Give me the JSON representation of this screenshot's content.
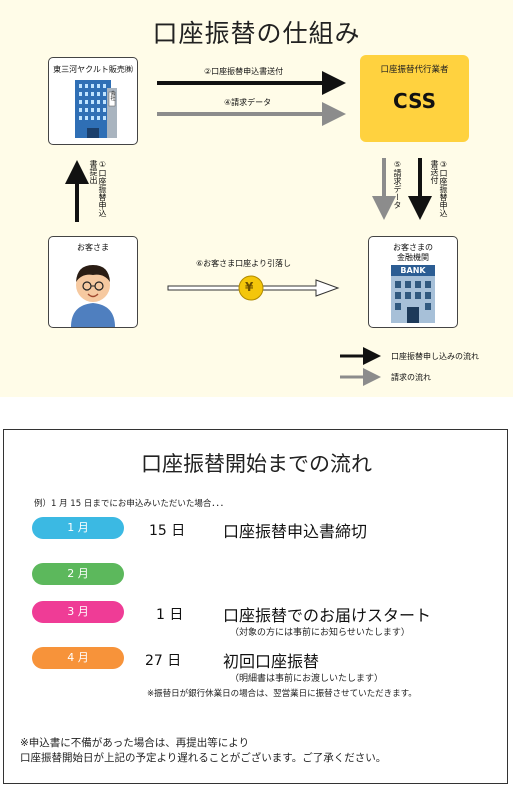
{
  "title": "口座振替の仕組み",
  "company": {
    "label": "東三河ヤクルト販売㈱",
    "sign": "会社"
  },
  "agent": {
    "sublabel": "口座振替代行業者",
    "name": "CSS"
  },
  "customer": {
    "label": "お客さま"
  },
  "bank": {
    "label_line1": "お客さまの",
    "label_line2": "金融機関",
    "sign": "BANK"
  },
  "arrows": {
    "step1": "①口座振替申込書提出",
    "step2": "②口座振替申込書送付",
    "step3": "③口座振替申込書送付",
    "step4": "④請求データ",
    "step5": "⑤請求データ",
    "step6": "⑥お客さま口座より引落し",
    "coin": "¥"
  },
  "legend": {
    "application": "口座振替申し込みの流れ",
    "billing": "請求の流れ"
  },
  "colors": {
    "panel_bg": "#fffce8",
    "agent_yellow": "#ffd23f",
    "application_arrow": "#111111",
    "billing_arrow": "#8c8c8c",
    "coin": "#f4c60a"
  },
  "schedule": {
    "title": "口座振替開始までの流れ",
    "example": "例）1 月 15 日までにお申込みいただいた場合．．．",
    "rows": [
      {
        "month": "1 月",
        "color": "#3bb9e3",
        "day": "15 日",
        "event": "口座振替申込書締切",
        "note": ""
      },
      {
        "month": "2 月",
        "color": "#5cb85c",
        "day": "",
        "event": "",
        "note": ""
      },
      {
        "month": "3 月",
        "color": "#ef3c96",
        "day": "1 日",
        "event": "口座振替でのお届けスタート",
        "note": "（対象の方には事前にお知らせいたします）"
      },
      {
        "month": "4 月",
        "color": "#f7933a",
        "day": "27 日",
        "event": "初回口座振替",
        "note": "（明細書は事前にお渡しいたします）"
      }
    ],
    "holiday_note": "※振替日が銀行休業日の場合は、翌営業日に振替させていただきます。",
    "footer_line1": "※申込書に不備があった場合は、再提出等により",
    "footer_line2": "口座振替開始日が上記の予定より遅れることがございます。ご了承ください。"
  }
}
